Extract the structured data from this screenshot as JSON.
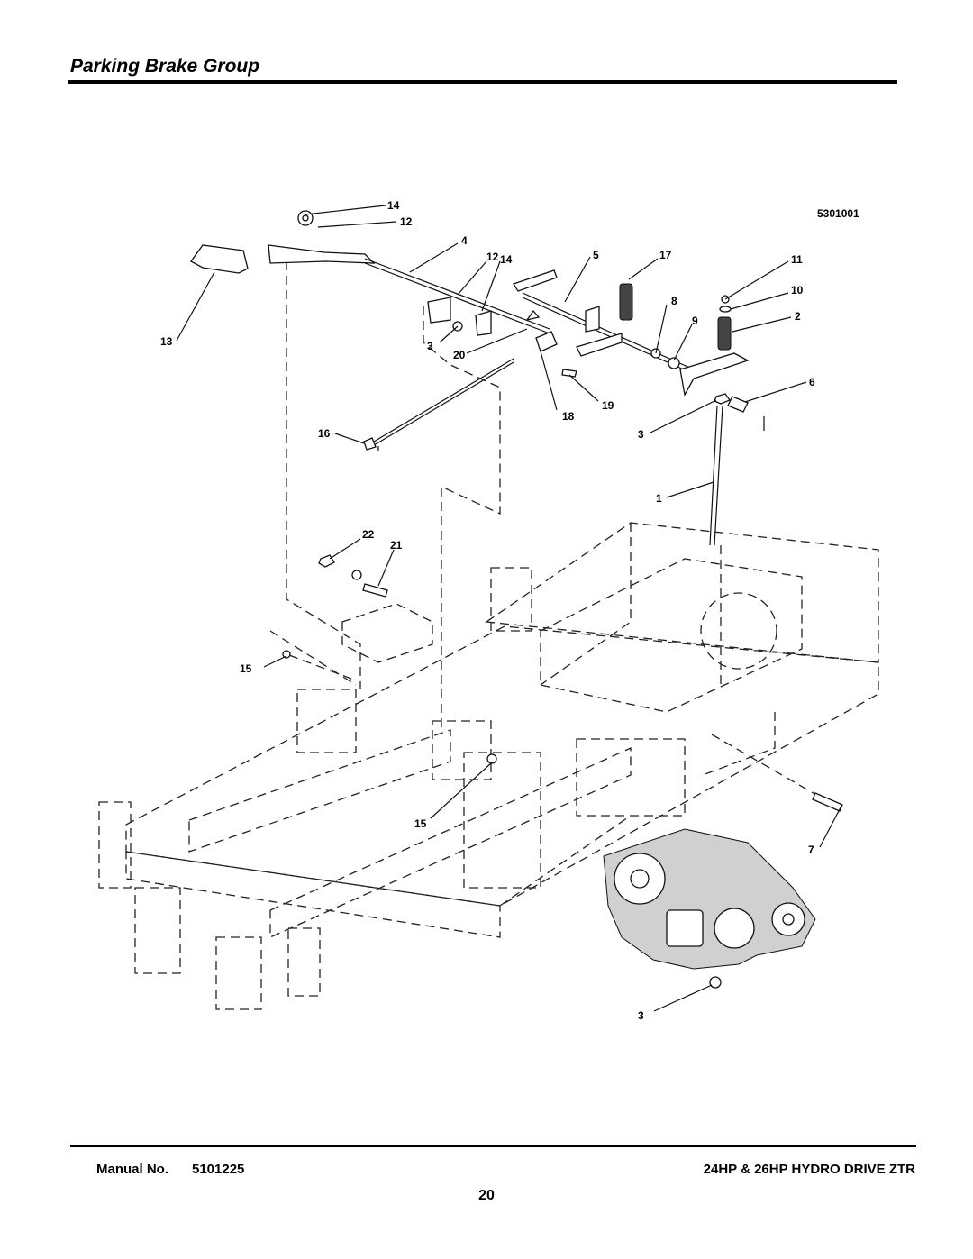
{
  "page": {
    "title": "Parking Brake Group",
    "diagram_id": "5301001",
    "footer": {
      "manual_label": "Manual No.",
      "manual_number": "5101225",
      "model": "24HP & 26HP HYDRO DRIVE ZTR",
      "page_number": "20"
    }
  },
  "callouts": {
    "c14a": "14",
    "c12a": "12",
    "c4": "4",
    "c12b": "12",
    "c14b": "14",
    "c5": "5",
    "c17": "17",
    "c11": "11",
    "c10": "10",
    "c8": "8",
    "c9": "9",
    "c2": "2",
    "c13": "13",
    "c3a": "3",
    "c20": "20",
    "c19": "19",
    "c18": "18",
    "c6": "6",
    "c3b": "3",
    "c16": "16",
    "c1": "1",
    "c22": "22",
    "c21": "21",
    "c15a": "15",
    "c15b": "15",
    "c7": "7",
    "c3c": "3"
  }
}
